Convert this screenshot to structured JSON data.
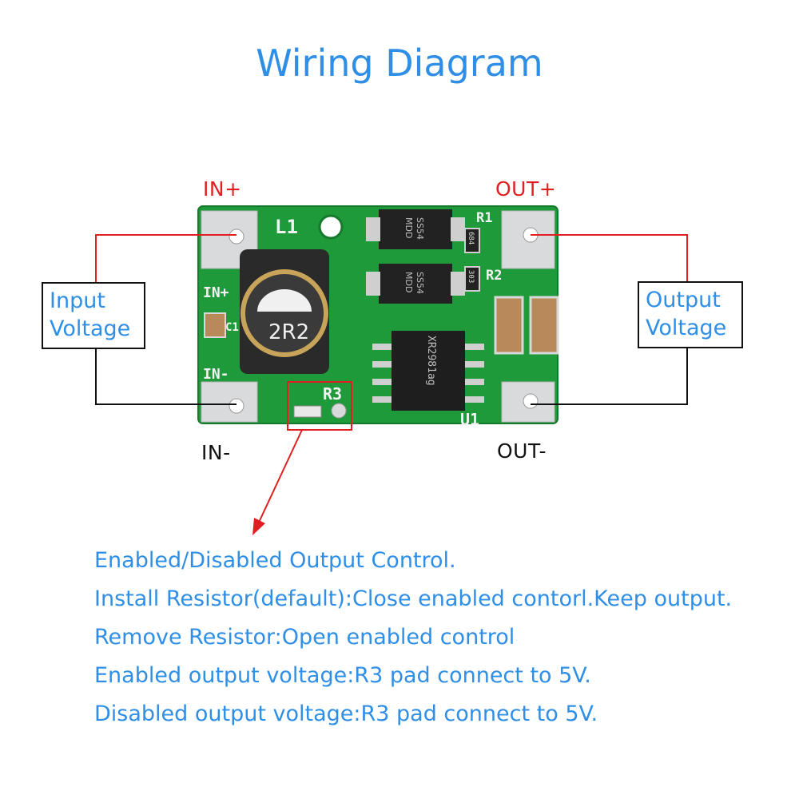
{
  "title": "Wiring Diagram",
  "terminals": {
    "in_plus": "IN+",
    "in_minus": "IN-",
    "out_plus": "OUT+",
    "out_minus": "OUT-"
  },
  "boxes": {
    "input": [
      "Input",
      "Voltage"
    ],
    "output": [
      "Output",
      "Voltage"
    ]
  },
  "board": {
    "silkscreen": {
      "l1": "L1",
      "in_plus": "IN+",
      "in_minus": "IN-",
      "r1": "R1",
      "r2": "R2",
      "r3": "R3",
      "u1": "U1",
      "c1": "C1"
    },
    "inductor_marking": "2R2",
    "ic_marking": "XR2981ag",
    "diode_marking": "SS54",
    "diode_maker": "MDD",
    "resistor_r1_marking": "684",
    "resistor_r2_marking": "303"
  },
  "notes": [
    "Enabled/Disabled Output Control.",
    "Install Resistor(default):Close enabled contorl.Keep output.",
    "Remove Resistor:Open enabled control",
    "Enabled output voltage:R3 pad connect to 5V.",
    "Disabled output voltage:R3 pad connect to 5V."
  ],
  "colors": {
    "title": "#2f8fe6",
    "positive_wire": "#e02020",
    "negative_wire": "#111111",
    "pcb": "#1f9a3a"
  }
}
